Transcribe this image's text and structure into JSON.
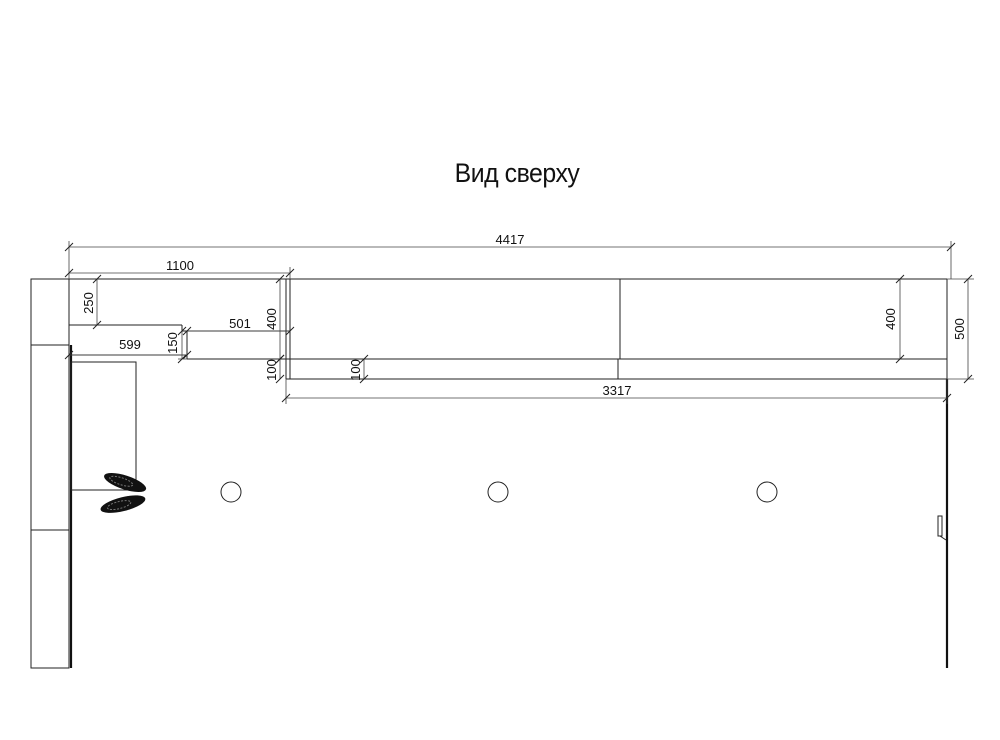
{
  "title": "Вид сверху",
  "dimensions": {
    "total_width": "4417",
    "left_width": "1100",
    "left_top_depth": "250",
    "shelf_width": "501",
    "shelf_depth": "400",
    "left_shelf_width": "599",
    "left_shelf_depth": "150",
    "step_100_a": "100",
    "step_100_b": "100",
    "right_depth_400": "400",
    "right_depth_500": "500",
    "main_width": "3317"
  },
  "icons": {
    "shoes": "shoes-icon",
    "ceiling_lights": [
      "ceiling-light-icon",
      "ceiling-light-icon",
      "ceiling-light-icon"
    ],
    "door_handle": "door-handle-icon"
  }
}
